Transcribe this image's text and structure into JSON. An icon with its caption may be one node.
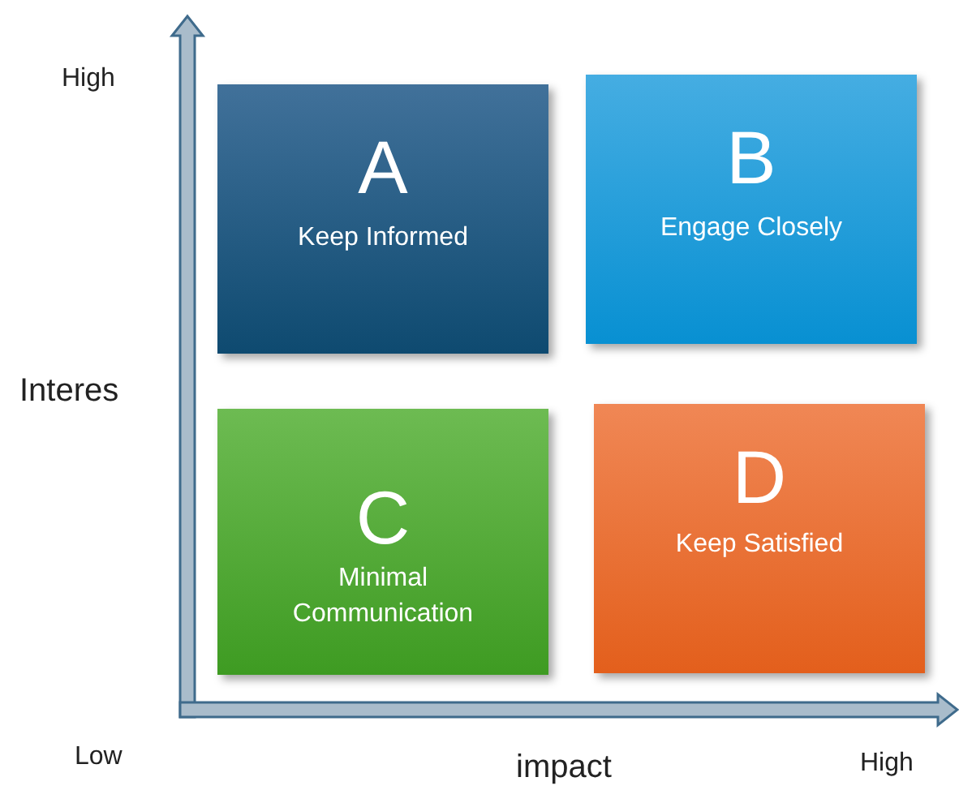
{
  "diagram": {
    "nodes": [
      {
        "text": [
          "A",
          "Keep Informed"
        ]
      },
      {
        "text": [
          "B",
          "Engage Closely"
        ]
      },
      {
        "text": [
          "C",
          "Minimal Communication"
        ]
      },
      {
        "text": [
          "D",
          "Keep Satisfied"
        ]
      }
    ],
    "labels": [
      "High",
      "Interes",
      "Low",
      "impact",
      "High"
    ]
  }
}
